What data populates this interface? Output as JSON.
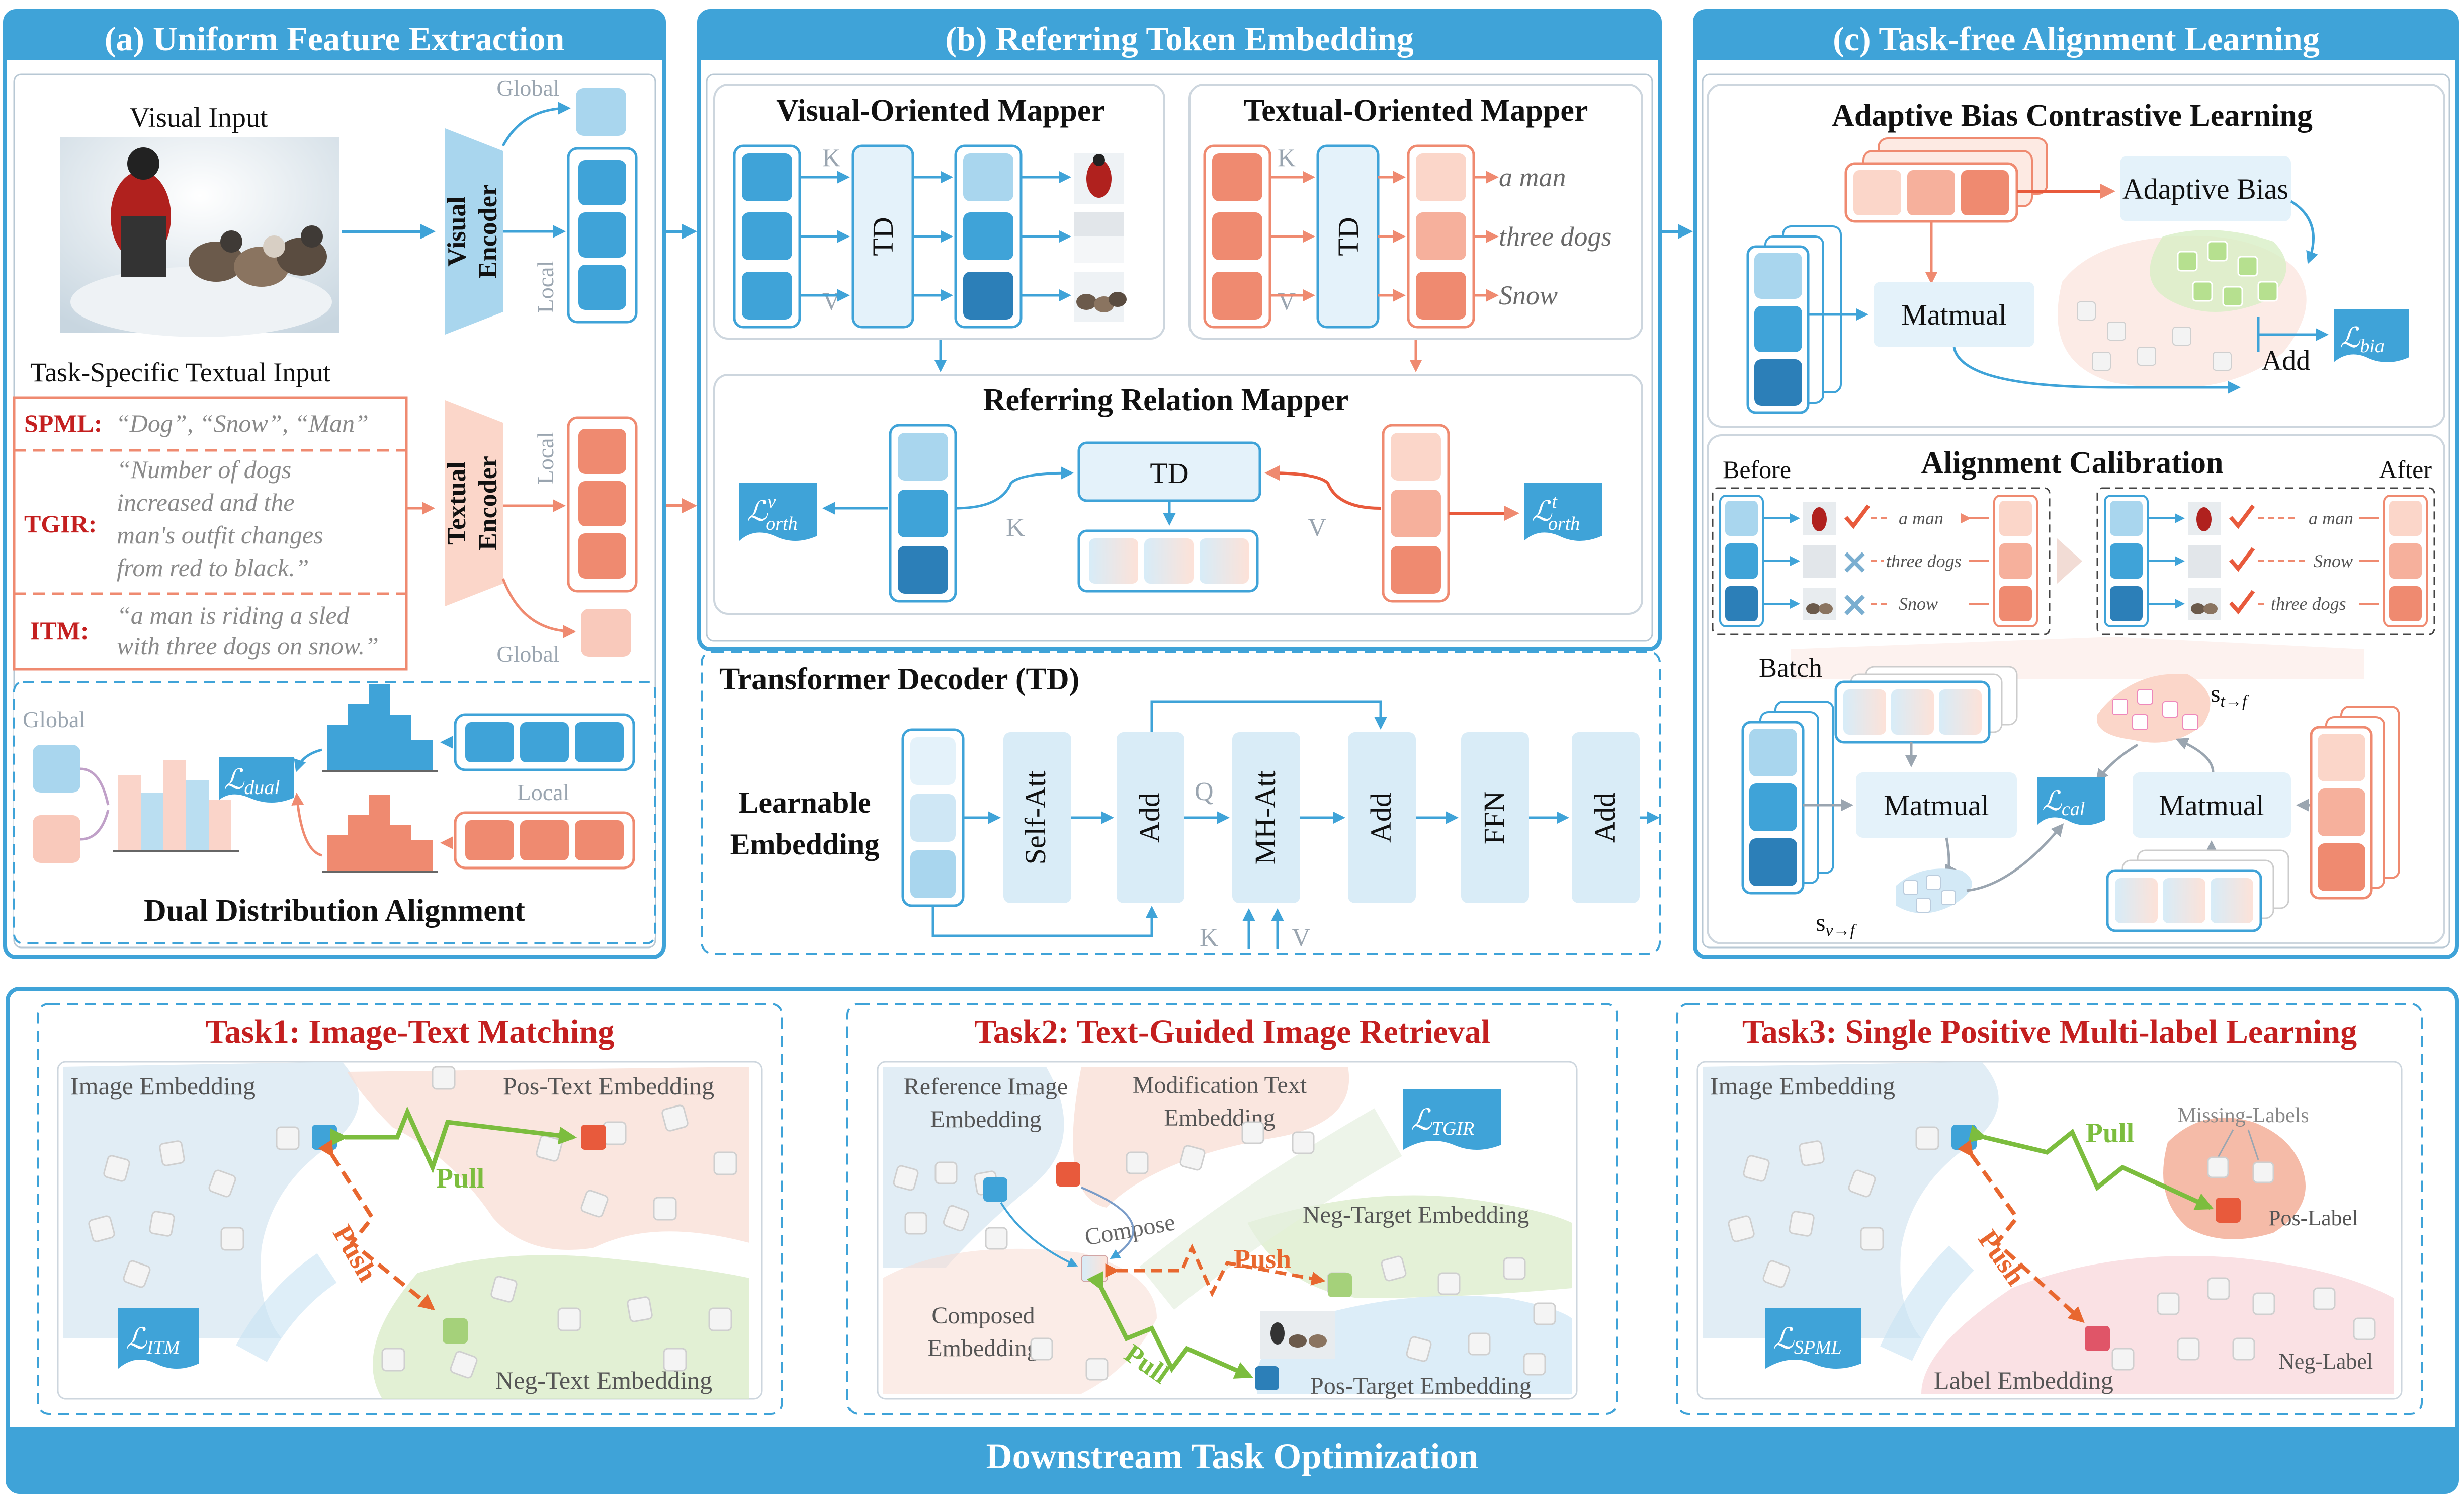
{
  "colors": {
    "blue_dark": "#2c7fb8",
    "blue_mid": "#3fa3d8",
    "blue_light": "#a9d6ee",
    "blue_pale": "#e4f2fa",
    "orange_dark": "#e85a3c",
    "orange_mid": "#ef8a70",
    "orange_light": "#f9c9bb",
    "orange_pale": "#fdeae3",
    "task_red": "#c41f1f",
    "green": "#7cbd3e",
    "push_orange": "#e8672f"
  },
  "panel_a": {
    "title": "(a) Uniform Feature Extraction",
    "visual_input": "Visual Input",
    "visual_encoder": [
      "Visual",
      "Encoder"
    ],
    "textual_encoder": [
      "Textual",
      "Encoder"
    ],
    "global": "Global",
    "local": "Local",
    "text_input_title": "Task-Specific Textual Input",
    "spml_label": "SPML:",
    "spml_text": "“Dog”, “Snow”, “Man”",
    "tgir_label": "TGIR:",
    "tgir_text": [
      "“Number of dogs",
      "increased and the",
      "man's outfit changes",
      "from red to black.”"
    ],
    "itm_label": "ITM:",
    "itm_text": [
      "“a man is riding a sled",
      "with three dogs on snow.”"
    ],
    "dual_global": "Global",
    "dual_local": "Local",
    "loss_dual": "ℒ",
    "loss_dual_sub": "dual",
    "dual_title": "Dual Distribution Alignment"
  },
  "panel_b": {
    "title": "(b) Referring Token Embedding",
    "vom_title": "Visual-Oriented Mapper",
    "tom_title": "Textual-Oriented Mapper",
    "td": "TD",
    "k": "K",
    "v": "V",
    "q": "Q",
    "captions": [
      "a man",
      "three dogs",
      "Snow"
    ],
    "rrm_title": "Referring Relation Mapper",
    "loss_orth_v": "ℒ",
    "loss_orth_v_sup": "v",
    "loss_orth_t": "ℒ",
    "loss_orth_t_sup": "t",
    "loss_orth_sub": "orth",
    "td_title": "Transformer Decoder (TD)",
    "learnable": [
      "Learnable",
      "Embedding"
    ],
    "self_att": "Self-Att",
    "add": "Add",
    "mh_att": "MH-Att",
    "ffn": "FFN"
  },
  "panel_c": {
    "title": "(c) Task-free Alignment Learning",
    "abcl_title": "Adaptive Bias Contrastive Learning",
    "adaptive_bias": "Adaptive Bias",
    "matmual": "Matmual",
    "add": "Add",
    "loss_bia": "ℒ",
    "loss_bia_sub": "bia",
    "ac_title": "Alignment Calibration",
    "before": "Before",
    "after": "After",
    "before_caps": [
      "a man",
      "three dogs",
      "Snow"
    ],
    "after_caps": [
      "a man",
      "Snow",
      "three dogs"
    ],
    "batch": "Batch",
    "loss_cal": "ℒ",
    "loss_cal_sub": "cal",
    "s_tf": "s",
    "s_tf_sub": "t→f",
    "s_vf": "s",
    "s_vf_sub": "v→f"
  },
  "tasks": {
    "t1_title": "Task1: Image-Text Matching",
    "t1_image_emb": "Image Embedding",
    "t1_pos_text": "Pos-Text Embedding",
    "t1_neg_text": "Neg-Text Embedding",
    "pull": "Pull",
    "push": "Push",
    "loss_itm": "ℒ",
    "loss_itm_sub": "ITM",
    "t2_title": "Task2: Text-Guided Image Retrieval",
    "t2_ref": [
      "Reference Image",
      "Embedding"
    ],
    "t2_mod": [
      "Modification Text",
      "Embedding"
    ],
    "t2_compose": "Compose",
    "t2_composed": [
      "Composed",
      "Embedding"
    ],
    "t2_neg": "Neg-Target Embedding",
    "t2_pos": "Pos-Target Embedding",
    "loss_tgir": "ℒ",
    "loss_tgir_sub": "TGIR",
    "t3_title": "Task3: Single Positive Multi-label Learning",
    "t3_image_emb": "Image Embedding",
    "t3_missing": "Missing-Labels",
    "t3_pos_label": "Pos-Label",
    "t3_neg_label": "Neg-Label",
    "t3_label_emb": "Label Embedding",
    "loss_spml": "ℒ",
    "loss_spml_sub": "SPML",
    "bottom_title": "Downstream Task Optimization"
  }
}
